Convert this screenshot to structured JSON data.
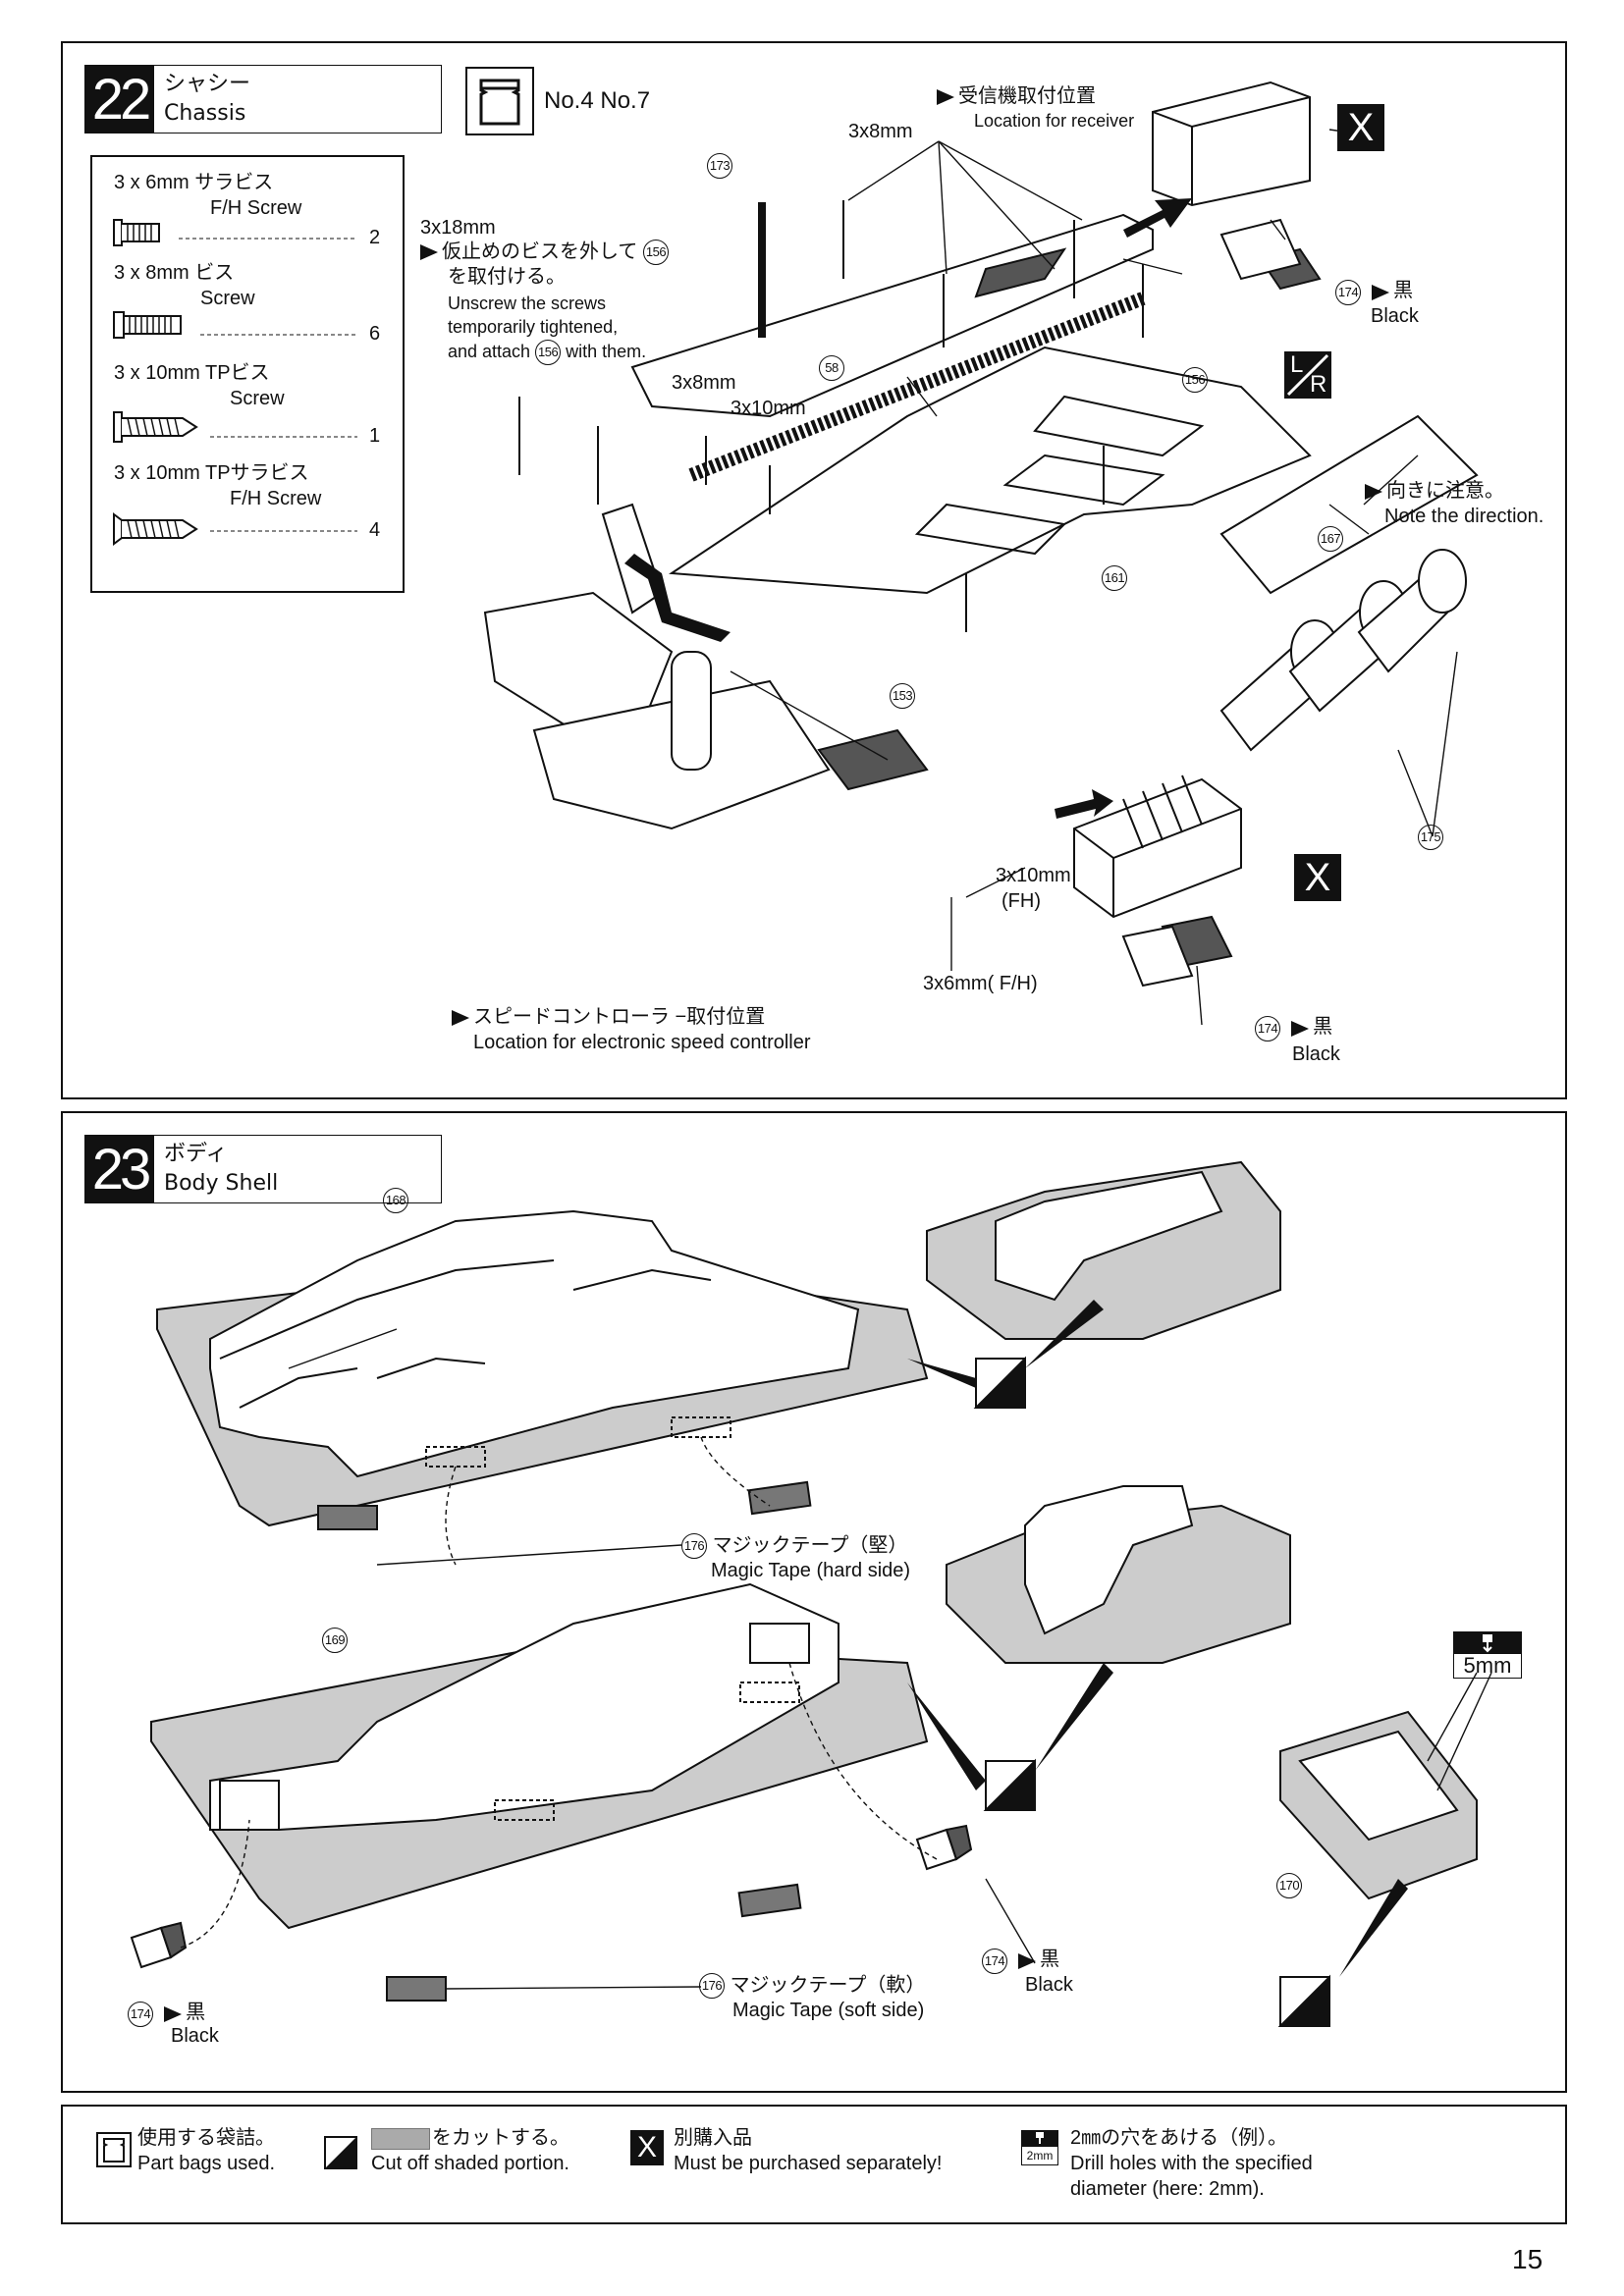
{
  "page_number": "15",
  "step22": {
    "number": "22",
    "title_jp": "シャシー",
    "title_en": "Chassis",
    "bags": "No.4  No.7",
    "screws": [
      {
        "name": "3 x 6mm サラビス",
        "sub": "F/H Screw",
        "qty": "2"
      },
      {
        "name": "3 x 8mm ビス",
        "sub": "Screw",
        "qty": "6"
      },
      {
        "name": "3 x 10mm TPビス",
        "sub": "Screw",
        "qty": "1"
      },
      {
        "name": "3 x 10mm TPサラビス",
        "sub": "F/H Screw",
        "qty": "4"
      }
    ],
    "labels": {
      "screw_3x8_top": "3x8mm",
      "receiver_jp": "受信機取付位置",
      "receiver_en": "Location for receiver",
      "x_mark": "X",
      "part_173": "173",
      "part_174": "174",
      "black_jp": "黒",
      "black_en": "Black",
      "screw_3x18": "3x18mm",
      "unscrew_jp_1": "仮止めのビスを外して",
      "part_156": "156",
      "unscrew_jp_2": "を取付ける。",
      "unscrew_en_1": "Unscrew the screws",
      "unscrew_en_2": "temporarily tightened,",
      "unscrew_en_3a": "and attach",
      "unscrew_en_3b": "with them.",
      "part_58": "58",
      "screw_3x8_left": "3x8mm",
      "screw_3x10": "3x10mm",
      "lr_l": "L",
      "lr_r": "R",
      "direction_jp": "向きに注意。",
      "direction_en": "Note the direction.",
      "part_167": "167",
      "part_161": "161",
      "part_153": "153",
      "part_175": "175",
      "screw_3x10_fh_1": "3x10mm",
      "screw_3x10_fh_2": "(FH)",
      "screw_3x6_fh": "3x6mm( F/H)",
      "esc_jp": "スピードコントローラ −取付位置",
      "esc_en": "Location for electronic speed controller"
    }
  },
  "step23": {
    "number": "23",
    "title_jp": "ボディ",
    "title_en": "Body Shell",
    "labels": {
      "part_168": "168",
      "part_169": "169",
      "part_170": "170",
      "part_176": "176",
      "part_174": "174",
      "hard_jp": "マジックテープ（堅）",
      "hard_en": "Magic Tape (hard side)",
      "soft_jp": "マジックテープ（軟）",
      "soft_en": "Magic Tape (soft side)",
      "black_jp": "黒",
      "black_en": "Black",
      "drill_5mm": "5mm"
    }
  },
  "legend": {
    "bags_jp": "使用する袋詰。",
    "bags_en": "Part bags used.",
    "cut_jp": "をカットする。",
    "cut_en": "Cut off shaded portion.",
    "purchase_mark": "X",
    "purchase_jp": "別購入品",
    "purchase_en": "Must be purchased separately!",
    "drill_icon": "2mm",
    "drill_jp": "2㎜の穴をあける（例）。",
    "drill_en_1": "Drill holes with the specified",
    "drill_en_2": "diameter (here: 2mm)."
  }
}
